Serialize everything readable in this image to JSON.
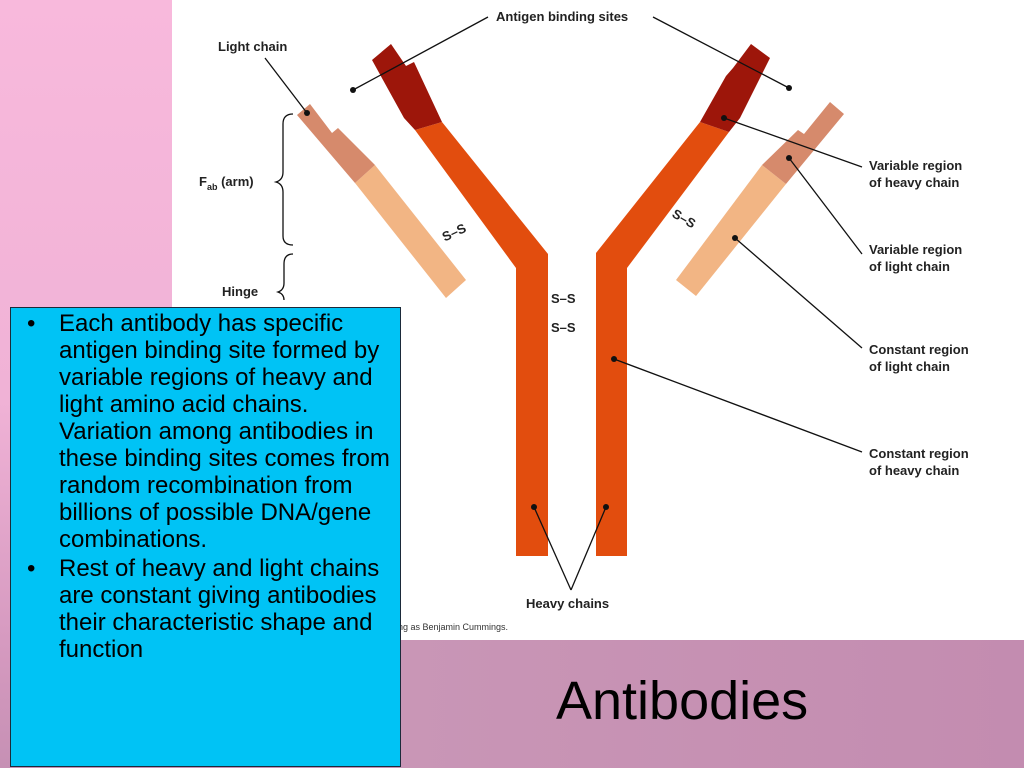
{
  "slide": {
    "title": "Antibodies",
    "colors": {
      "background_pink": "#f8b9dc",
      "text_box": "#00c3f5",
      "heavy_chain": "#e24d0e",
      "heavy_variable": "#9d160a",
      "light_constant": "#f2b584",
      "light_variable": "#d68a6c"
    }
  },
  "bullets": [
    "Each antibody has specific antigen binding site formed by variable regions of heavy and light amino acid chains. Variation among antibodies in these binding sites comes from random recombination from billions of possible DNA/gene combinations.",
    "Rest of heavy and light chains are constant giving antibodies their characteristic shape and function"
  ],
  "diagram": {
    "labels": {
      "antigen_binding_sites": "Antigen binding sites",
      "light_chain": "Light chain",
      "fab_main": "F",
      "fab_sub": "ab",
      "fab_arm": " (arm)",
      "hinge": "Hinge",
      "variable_heavy_line1": "Variable region",
      "variable_heavy_line2": "of heavy chain",
      "variable_light_line1": "Variable region",
      "variable_light_line2": "of light chain",
      "constant_light_line1": "Constant region",
      "constant_light_line2": "of light chain",
      "constant_heavy_line1": "Constant region",
      "constant_heavy_line2": "of heavy chain",
      "heavy_chains": "Heavy chains",
      "disulfide": "S–S",
      "credit": "ng as Benjamin Cummings."
    }
  }
}
